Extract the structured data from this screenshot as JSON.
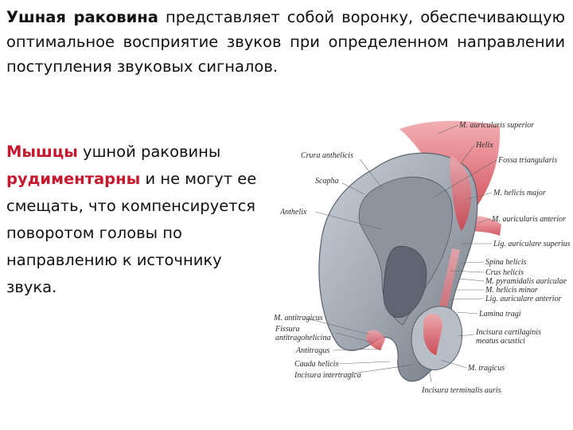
{
  "intro": {
    "term": "Ушная раковина",
    "text": "представляет собой воронку, обеспечивающую оптимальное восприятие звуков при определенном направлении поступления звуковых сигналов."
  },
  "muscles": {
    "term": "Мышцы",
    "text_1": "ушной раковины",
    "highlight": "рудиментарны",
    "text_2": "и не могут ее смещать, что компенсируется поворотом головы по направлению к источнику звука."
  },
  "colors": {
    "highlight": "#c4192e",
    "muscle": "#d9535e",
    "cartilage": "#a7adb6"
  },
  "figure": {
    "labels": {
      "m_auricularis_superior": "M. auricularis superior",
      "helix": "Helix",
      "fossa_triangularis": "Fossa triangularis",
      "m_helicis_major": "M. helicis major",
      "m_auricularis_anterior": "M. auricularis anterior",
      "lig_auriculare_superius": "Lig. auriculare superius",
      "spina_helicis": "Spina helicis",
      "crus_helicis": "Crus helicis",
      "m_pyramidalis_auriculae": "M. pyramidalis auriculae",
      "m_helicis_minor": "M. helicis minor",
      "lig_auriculare_anterior": "Lig. auriculare anterior",
      "lamina_tragi": "Lamina tragi",
      "incisura_cartilaginis_1": "Incisura cartilaginis",
      "incisura_cartilaginis_2": "meatus acustici",
      "m_tragicus": "M. tragicus",
      "incisura_terminalis_auris": "Incisura terminalis auris",
      "crura_anthelicis": "Crura anthelicis",
      "scapha": "Scapha",
      "anthelix": "Anthelix",
      "m_antitragicus": "M. antitragicus",
      "fissura_1": "Fissura",
      "fissura_2": "antitragohelicina",
      "antitragus": "Antitragus",
      "cauda_helicis": "Cauda helicis",
      "incisura_intertragica": "Incisura intertragica"
    }
  }
}
